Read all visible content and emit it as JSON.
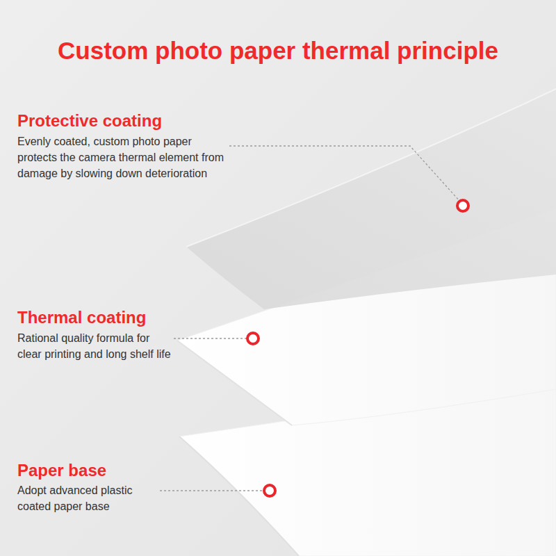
{
  "diagram": {
    "title": "Custom photo paper thermal principle",
    "labels": [
      "Protective coating",
      "Evenly coated, custom photo paper protects the camera thermal element from damage by slowing down deterioration",
      "Thermal coating",
      "Rational quality formula for clear printing and long shelf life",
      "Paper base",
      "Adopt advanced plastic coated paper base"
    ]
  }
}
